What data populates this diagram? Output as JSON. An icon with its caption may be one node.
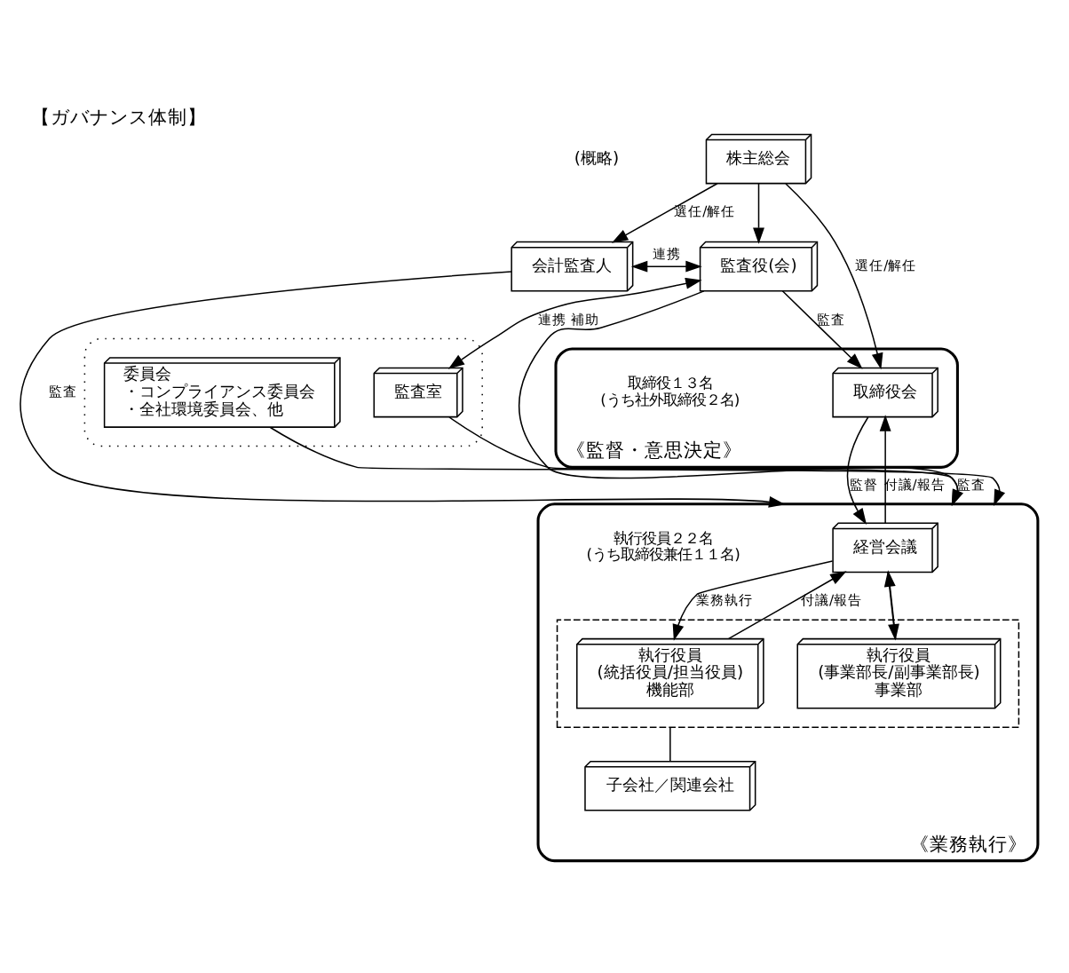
{
  "diagram": {
    "title": "【ガバナンス体制】",
    "nodes": [
      {
        "text": [
          "株主総会"
        ]
      },
      {
        "text": [
          "会計監査人"
        ]
      },
      {
        "text": [
          "監査役(会)"
        ]
      },
      {
        "text": [
          "《監督・意思決定》"
        ]
      },
      {
        "text": [
          "取締役会"
        ],
        "in": 3,
        "beside": [
          "取締役１３名",
          "(うち社外取締役２名)"
        ]
      },
      {
        "text": [
          "《業務執行》"
        ]
      },
      {
        "text": [
          "経営会議"
        ],
        "in": 5,
        "beside": [
          "執行役員２２名",
          "(うち取締役兼任１１名)"
        ]
      },
      {
        "text": [],
        "shape": "box",
        "in": 5
      },
      {
        "text": [
          "執行役員",
          "(統括役員/担当役員)",
          "機能部"
        ],
        "in": 7
      },
      {
        "text": [
          "執行役員",
          "(事業部長/副事業部長)",
          "事業部"
        ],
        "in": 7
      },
      {
        "text": [
          "子会社／関連会社"
        ],
        "in": 5
      },
      {
        "text": [],
        "shape": "box"
      },
      {
        "text": [
          "監査室"
        ],
        "in": 11
      },
      {
        "text": [
          "委員会",
          "・コンプライアンス委員会",
          "・全社環境委員会、他"
        ],
        "in": 11
      }
    ],
    "edges": [
      {
        "from": 0,
        "to": 1,
        "arrow": "to",
        "label": "選任/解任"
      },
      {
        "from": 0,
        "to": 2,
        "arrow": "to"
      },
      {
        "from": 0,
        "to": 4,
        "arrow": "to",
        "label": "選任/解任"
      },
      {
        "from": 1,
        "to": 2,
        "arrow": "both",
        "label": "連携"
      },
      {
        "from": 2,
        "to": 4,
        "arrow": "to",
        "label": "監査"
      },
      {
        "from": 4,
        "to": 6,
        "arrow": "to",
        "label": "監督"
      },
      {
        "from": 6,
        "to": 4,
        "arrow": "to",
        "label": "付議/報告"
      },
      {
        "from": 1,
        "to": 5,
        "arrow": "to",
        "label": "監査"
      },
      {
        "from": 2,
        "to": 12,
        "arrow": "both",
        "label": "連携 補助"
      },
      {
        "from": 2,
        "to": 5,
        "arrow": "to"
      },
      {
        "from": 12,
        "to": 5,
        "arrow": "to",
        "label": "監査"
      },
      {
        "from": 6,
        "to": 8,
        "arrow": "to",
        "label": "業務執行"
      },
      {
        "from": 6,
        "to": 9,
        "arrow": "to"
      },
      {
        "from": 8,
        "to": 6,
        "arrow": "to",
        "label": "付議/報告"
      },
      {
        "from": 9,
        "to": 6,
        "arrow": "to"
      },
      {
        "from": 7,
        "to": 10,
        "arrow": "none"
      },
      {
        "from": 13,
        "to": 5,
        "arrow": "to"
      }
    ],
    "labels": [
      "(概略)"
    ]
  }
}
